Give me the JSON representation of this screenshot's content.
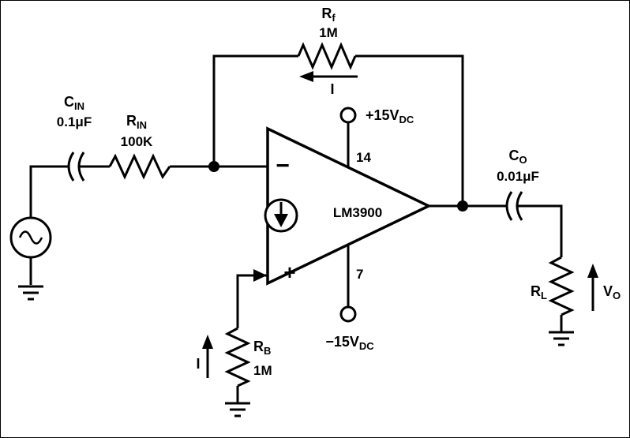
{
  "colors": {
    "background": "#ffffff",
    "ink": "#000000"
  },
  "schematic": {
    "feedback_resistor": {
      "ref_main": "R",
      "ref_sub": "f",
      "value": "1M"
    },
    "feedback_current": {
      "label": "I"
    },
    "input_capacitor": {
      "ref_main": "C",
      "ref_sub": "IN",
      "value": "0.1μF"
    },
    "input_resistor": {
      "ref_main": "R",
      "ref_sub": "IN",
      "value": "100K"
    },
    "opamp": {
      "part_number": "LM3900",
      "inverting_sign": "−",
      "noninverting_sign": "+",
      "pin_positive_supply": "14",
      "pin_negative_supply": "7"
    },
    "positive_supply": {
      "label_main": "+15V",
      "label_sub": "DC"
    },
    "negative_supply": {
      "label_main": "−15V",
      "label_sub": "DC"
    },
    "output_capacitor": {
      "ref_main": "C",
      "ref_sub": "O",
      "value": "0.01μF"
    },
    "load_resistor": {
      "ref_main": "R",
      "ref_sub": "L"
    },
    "output_voltage": {
      "label_main": "V",
      "label_sub": "O"
    },
    "bias_resistor": {
      "ref_main": "R",
      "ref_sub": "B",
      "value": "1M"
    },
    "bias_current": {
      "label": "I"
    }
  }
}
